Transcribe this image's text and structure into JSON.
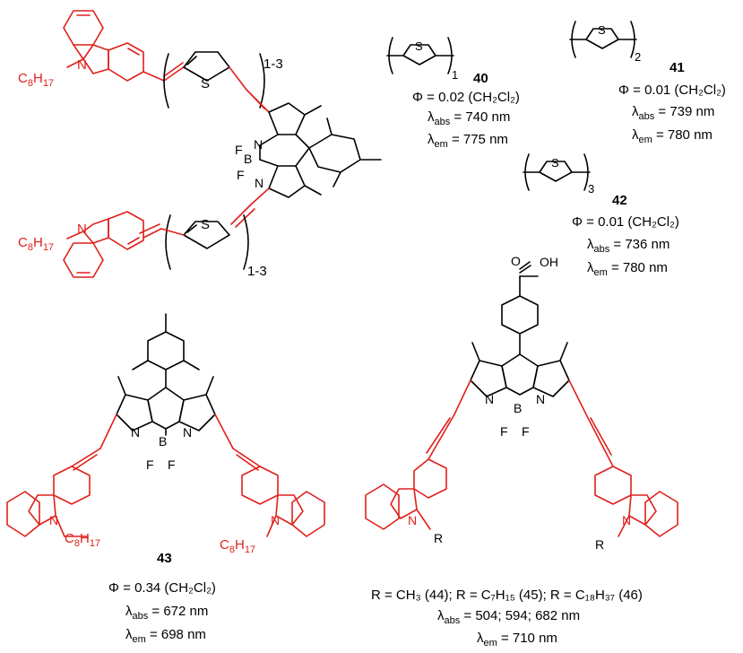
{
  "colors": {
    "highlight": "#e0201b",
    "structure": "#000000"
  },
  "top_left_structure": {
    "substituent_top": "C8H17",
    "substituent_bottom": "C8H17",
    "nitrogen": "N",
    "sulfur": "S",
    "repeat_top": "1-3",
    "repeat_bottom": "1-3",
    "boron": "B",
    "fluorine_1": "F",
    "fluorine_2": "F"
  },
  "compounds": [
    {
      "id": "40",
      "repeat": "1",
      "sulfur": "S",
      "phi": "Φ = 0.02 (CH₂Cl₂)",
      "abs": "λ",
      "abs_sub": "abs",
      "abs_val": " = 740 nm",
      "em": "λ",
      "em_sub": "em",
      "em_val": " = 775 nm"
    },
    {
      "id": "41",
      "repeat": "2",
      "sulfur": "S",
      "phi": "Φ = 0.01 (CH₂Cl₂)",
      "abs": "λ",
      "abs_sub": "abs",
      "abs_val": " = 739 nm",
      "em": "λ",
      "em_sub": "em",
      "em_val": " = 780 nm"
    },
    {
      "id": "42",
      "repeat": "3",
      "sulfur": "S",
      "phi": "Φ = 0.01 (CH₂Cl₂)",
      "abs": "λ",
      "abs_sub": "abs",
      "abs_val": " = 736 nm",
      "em": "λ",
      "em_sub": "em",
      "em_val": " = 780 nm"
    },
    {
      "id": "43",
      "phi": "Φ = 0.34 (CH₂Cl₂)",
      "abs": "λ",
      "abs_sub": "abs",
      "abs_val": " = 672 nm",
      "em": "λ",
      "em_sub": "em",
      "em_val": " = 698 nm"
    }
  ],
  "compound_43_structure": {
    "substituent_left": "C8H17",
    "substituent_right": "C8H17",
    "N": "N",
    "B": "B",
    "F": "F"
  },
  "compound_44_46": {
    "acid": "OH",
    "carbonyl_O": "O",
    "R_left": "R",
    "R_right": "R",
    "N": "N",
    "B": "B",
    "F": "F",
    "legend": "R = CH₃ (44); R = C₇H₁₅ (45); R = C₁₈H₃₇ (46)",
    "abs": "λ",
    "abs_sub": "abs",
    "abs_val": " = 504; 594; 682 nm",
    "em": "λ",
    "em_sub": "em",
    "em_val": " = 710 nm"
  }
}
